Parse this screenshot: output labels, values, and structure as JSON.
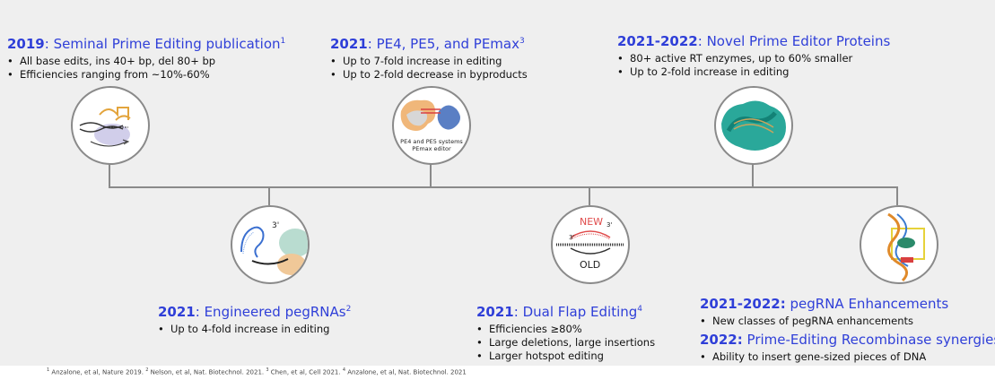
{
  "milestones": {
    "m1": {
      "year": "2019",
      "title": "Seminal Prime Editing publication",
      "ref": "1",
      "bullets": [
        "All base edits, ins 40+ bp, del 80+ bp",
        "Efficiencies ranging from ~10%-60%"
      ]
    },
    "m2": {
      "year": "2021",
      "title": "PE4, PE5, and PEmax",
      "ref": "3",
      "bullets": [
        "Up to 7-fold increase in editing",
        "Up to 2-fold decrease in byproducts"
      ]
    },
    "m3": {
      "year": "2021-2022",
      "title": "Novel Prime Editor Proteins",
      "bullets": [
        "80+ active RT enzymes, up to 60% smaller",
        "Up to 2-fold increase in editing"
      ]
    },
    "m4": {
      "year": "2021",
      "title": "Engineered pegRNAs",
      "ref": "2",
      "bullets": [
        "Up to 4-fold increase in editing"
      ]
    },
    "m5": {
      "year": "2021",
      "title": "Dual Flap Editing",
      "ref": "4",
      "bullets": [
        "Efficiencies ≥80%",
        "Large deletions, large insertions",
        "Larger hotspot editing"
      ]
    },
    "m6": {
      "year": "2021-2022:",
      "title": "pegRNA Enhancements",
      "bullets": [
        "New classes of pegRNA enhancements"
      ]
    },
    "m7": {
      "year": "2022:",
      "title": "Prime-Editing Recombinase synergies",
      "bullets": [
        "Ability to insert gene-sized pieces of DNA"
      ]
    }
  },
  "icon_labels": {
    "pe45_line1": "PE4 and PE5 systems",
    "pe45_line2": "PEmax editor",
    "three_prime": "3'",
    "new": "NEW",
    "old": "OLD"
  },
  "footnote": {
    "r1": "1",
    "t1": " Anzalone, et al, Nature 2019. ",
    "r2": "2",
    "t2": " Nelson, et al, Nat. Biotechnol. 2021. ",
    "r3": "3",
    "t3": " Chen, et al, Cell 2021. ",
    "r4": "4",
    "t4": " Anzalone, et al, Nat. Biotechnol. 2021"
  },
  "colors": {
    "accent": "#2f3fd8",
    "panel": "#efefef",
    "connector": "#8a8a8a"
  }
}
